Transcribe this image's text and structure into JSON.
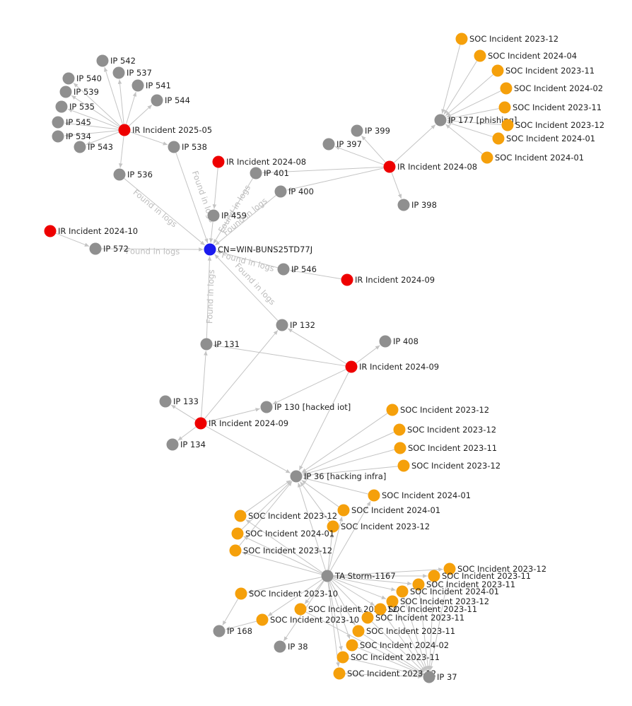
{
  "graph": {
    "colors": {
      "ir": "#ee0000",
      "soc": "#f5a00b",
      "ip": "#8f8f8f",
      "host": "#1a1aee",
      "edge": "#c4c4c4",
      "edge_label": "#bdbdbd"
    },
    "nodes": [
      {
        "id": "host",
        "label": "CN=WIN-BUNS25TD77J",
        "kind": "host"
      },
      {
        "id": "ir2025_05",
        "label": "IR Incident 2025-05",
        "kind": "ir"
      },
      {
        "id": "ip542",
        "label": "IP 542",
        "kind": "ip"
      },
      {
        "id": "ip537",
        "label": "IP 537",
        "kind": "ip"
      },
      {
        "id": "ip540",
        "label": "IP 540",
        "kind": "ip"
      },
      {
        "id": "ip541",
        "label": "IP 541",
        "kind": "ip"
      },
      {
        "id": "ip539",
        "label": "IP 539",
        "kind": "ip"
      },
      {
        "id": "ip544",
        "label": "IP 544",
        "kind": "ip"
      },
      {
        "id": "ip535",
        "label": "IP 535",
        "kind": "ip"
      },
      {
        "id": "ip545",
        "label": "IP 545",
        "kind": "ip"
      },
      {
        "id": "ip534",
        "label": "IP 534",
        "kind": "ip"
      },
      {
        "id": "ip543",
        "label": "IP 543",
        "kind": "ip"
      },
      {
        "id": "ip538",
        "label": "IP 538",
        "kind": "ip"
      },
      {
        "id": "ip536",
        "label": "IP 536",
        "kind": "ip"
      },
      {
        "id": "ir2024_08a",
        "label": "IR Incident 2024-08",
        "kind": "ir"
      },
      {
        "id": "ip401",
        "label": "IP 401",
        "kind": "ip"
      },
      {
        "id": "ip400",
        "label": "IP 400",
        "kind": "ip"
      },
      {
        "id": "ip459",
        "label": "IP 459",
        "kind": "ip"
      },
      {
        "id": "ir2024_08b",
        "label": "IR Incident 2024-08",
        "kind": "ir"
      },
      {
        "id": "ip399",
        "label": "IP 399",
        "kind": "ip"
      },
      {
        "id": "ip397",
        "label": "IP 397",
        "kind": "ip"
      },
      {
        "id": "ip398",
        "label": "IP 398",
        "kind": "ip"
      },
      {
        "id": "ip177",
        "label": "IP 177 [phishing]",
        "kind": "ip"
      },
      {
        "id": "s1",
        "label": "SOC Incident 2023-12",
        "kind": "soc"
      },
      {
        "id": "s2",
        "label": "SOC Incident 2024-04",
        "kind": "soc"
      },
      {
        "id": "s3",
        "label": "SOC Incident 2023-11",
        "kind": "soc"
      },
      {
        "id": "s4",
        "label": "SOC Incident 2024-02",
        "kind": "soc"
      },
      {
        "id": "s5",
        "label": "SOC Incident 2023-11",
        "kind": "soc"
      },
      {
        "id": "s6",
        "label": "SOC Incident 2023-12",
        "kind": "soc"
      },
      {
        "id": "s7",
        "label": "SOC Incident 2024-01",
        "kind": "soc"
      },
      {
        "id": "s8",
        "label": "SOC Incident 2024-01",
        "kind": "soc"
      },
      {
        "id": "ir2024_10",
        "label": "IR Incident 2024-10",
        "kind": "ir"
      },
      {
        "id": "ip572",
        "label": "IP 572",
        "kind": "ip"
      },
      {
        "id": "ip546",
        "label": "IP 546",
        "kind": "ip"
      },
      {
        "id": "ir2024_09a",
        "label": "IR Incident 2024-09",
        "kind": "ir"
      },
      {
        "id": "ip132",
        "label": "IP 132",
        "kind": "ip"
      },
      {
        "id": "ip131",
        "label": "IP 131",
        "kind": "ip"
      },
      {
        "id": "ip408",
        "label": "IP 408",
        "kind": "ip"
      },
      {
        "id": "ir2024_09b",
        "label": "IR Incident 2024-09",
        "kind": "ir"
      },
      {
        "id": "ip133",
        "label": "IP 133",
        "kind": "ip"
      },
      {
        "id": "ip130",
        "label": "IP 130 [hacked iot]",
        "kind": "ip"
      },
      {
        "id": "ir2024_09c",
        "label": "IR Incident 2024-09",
        "kind": "ir"
      },
      {
        "id": "ip134",
        "label": "IP 134",
        "kind": "ip"
      },
      {
        "id": "ip36",
        "label": "IP 36 [hacking infra]",
        "kind": "ip"
      },
      {
        "id": "t1",
        "label": "SOC Incident 2023-12",
        "kind": "soc"
      },
      {
        "id": "t2",
        "label": "SOC Incident 2023-12",
        "kind": "soc"
      },
      {
        "id": "t3",
        "label": "SOC Incident 2023-11",
        "kind": "soc"
      },
      {
        "id": "t4",
        "label": "SOC Incident 2023-12",
        "kind": "soc"
      },
      {
        "id": "t5",
        "label": "SOC Incident 2024-01",
        "kind": "soc"
      },
      {
        "id": "t6",
        "label": "SOC Incident 2024-01",
        "kind": "soc"
      },
      {
        "id": "t7",
        "label": "SOC Incident 2023-12",
        "kind": "soc"
      },
      {
        "id": "t8",
        "label": "SOC Incident 2023-12",
        "kind": "soc"
      },
      {
        "id": "t9",
        "label": "SOC Incident 2024-01",
        "kind": "soc"
      },
      {
        "id": "t10",
        "label": "SOC Incident 2023-12",
        "kind": "soc"
      },
      {
        "id": "storm",
        "label": "TA Storm-1167",
        "kind": "ip"
      },
      {
        "id": "u1",
        "label": "SOC Incident 2023-10",
        "kind": "soc"
      },
      {
        "id": "u2",
        "label": "SOC Incident 2023-10",
        "kind": "soc"
      },
      {
        "id": "u3",
        "label": "SOC Incident 2023-12",
        "kind": "soc"
      },
      {
        "id": "ip168",
        "label": "IP 168",
        "kind": "ip"
      },
      {
        "id": "ip38",
        "label": "IP 38",
        "kind": "ip"
      },
      {
        "id": "v1",
        "label": "SOC Incident 2023-12",
        "kind": "soc"
      },
      {
        "id": "v2",
        "label": "SOC Incident 2023-11",
        "kind": "soc"
      },
      {
        "id": "v3",
        "label": "SOC Incident 2023-11",
        "kind": "soc"
      },
      {
        "id": "v4",
        "label": "SOC Incident 2024-01",
        "kind": "soc"
      },
      {
        "id": "v5",
        "label": "SOC Incident 2023-12",
        "kind": "soc"
      },
      {
        "id": "v6",
        "label": "SOC Incident 2023-11",
        "kind": "soc"
      },
      {
        "id": "v7",
        "label": "SOC Incident 2023-11",
        "kind": "soc"
      },
      {
        "id": "v8",
        "label": "SOC Incident 2023-11",
        "kind": "soc"
      },
      {
        "id": "v9",
        "label": "SOC Incident 2024-02",
        "kind": "soc"
      },
      {
        "id": "v10",
        "label": "SOC Incident 2023-11",
        "kind": "soc"
      },
      {
        "id": "v11",
        "label": "SOC Incident 2023-12",
        "kind": "soc"
      },
      {
        "id": "ip37",
        "label": "IP 37",
        "kind": "ip"
      }
    ],
    "edges": [
      {
        "from": "ir2025_05",
        "to": "ip542"
      },
      {
        "from": "ir2025_05",
        "to": "ip537"
      },
      {
        "from": "ir2025_05",
        "to": "ip540"
      },
      {
        "from": "ir2025_05",
        "to": "ip541"
      },
      {
        "from": "ir2025_05",
        "to": "ip539"
      },
      {
        "from": "ir2025_05",
        "to": "ip544"
      },
      {
        "from": "ir2025_05",
        "to": "ip535"
      },
      {
        "from": "ir2025_05",
        "to": "ip545"
      },
      {
        "from": "ir2025_05",
        "to": "ip534"
      },
      {
        "from": "ir2025_05",
        "to": "ip543"
      },
      {
        "from": "ir2025_05",
        "to": "ip538"
      },
      {
        "from": "ir2025_05",
        "to": "ip536"
      },
      {
        "from": "ip536",
        "to": "host",
        "label": "Found in logs"
      },
      {
        "from": "ip538",
        "to": "host",
        "label": "Found in logs"
      },
      {
        "from": "ir2024_08a",
        "to": "ip459"
      },
      {
        "from": "ip459",
        "to": "host"
      },
      {
        "from": "ip401",
        "to": "host",
        "label": "Found in logs"
      },
      {
        "from": "ip400",
        "to": "host",
        "label": "Found in logs"
      },
      {
        "from": "ir2024_08b",
        "to": "ip401"
      },
      {
        "from": "ir2024_08b",
        "to": "ip400"
      },
      {
        "from": "ir2024_08b",
        "to": "ip399"
      },
      {
        "from": "ir2024_08b",
        "to": "ip397"
      },
      {
        "from": "ir2024_08b",
        "to": "ip398"
      },
      {
        "from": "ir2024_08b",
        "to": "ip177"
      },
      {
        "from": "s1",
        "to": "ip177"
      },
      {
        "from": "s2",
        "to": "ip177"
      },
      {
        "from": "s3",
        "to": "ip177"
      },
      {
        "from": "s4",
        "to": "ip177"
      },
      {
        "from": "s5",
        "to": "ip177"
      },
      {
        "from": "s6",
        "to": "ip177"
      },
      {
        "from": "s7",
        "to": "ip177"
      },
      {
        "from": "s8",
        "to": "ip177"
      },
      {
        "from": "ir2024_10",
        "to": "ip572"
      },
      {
        "from": "ip572",
        "to": "host",
        "label": "Found in logs"
      },
      {
        "from": "ip546",
        "to": "host",
        "label": "Found in logs"
      },
      {
        "from": "ir2024_09a",
        "to": "ip546"
      },
      {
        "from": "ip132",
        "to": "host",
        "label": "Found in logs"
      },
      {
        "from": "ip131",
        "to": "host",
        "label": "Found in logs"
      },
      {
        "from": "ir2024_09b",
        "to": "ip132"
      },
      {
        "from": "ir2024_09b",
        "to": "ip131"
      },
      {
        "from": "ir2024_09b",
        "to": "ip408"
      },
      {
        "from": "ir2024_09b",
        "to": "ip130"
      },
      {
        "from": "ir2024_09b",
        "to": "ip36"
      },
      {
        "from": "ir2024_09c",
        "to": "ip131"
      },
      {
        "from": "ir2024_09c",
        "to": "ip132"
      },
      {
        "from": "ir2024_09c",
        "to": "ip133"
      },
      {
        "from": "ir2024_09c",
        "to": "ip134"
      },
      {
        "from": "ir2024_09c",
        "to": "ip130"
      },
      {
        "from": "ir2024_09c",
        "to": "ip36"
      },
      {
        "from": "t1",
        "to": "ip36"
      },
      {
        "from": "t2",
        "to": "ip36"
      },
      {
        "from": "t3",
        "to": "ip36"
      },
      {
        "from": "t4",
        "to": "ip36"
      },
      {
        "from": "t5",
        "to": "ip36"
      },
      {
        "from": "t6",
        "to": "ip36"
      },
      {
        "from": "t7",
        "to": "ip36"
      },
      {
        "from": "t8",
        "to": "ip36"
      },
      {
        "from": "t9",
        "to": "ip36"
      },
      {
        "from": "t10",
        "to": "ip36"
      },
      {
        "from": "storm",
        "to": "ip36"
      },
      {
        "from": "storm",
        "to": "t5"
      },
      {
        "from": "storm",
        "to": "t6"
      },
      {
        "from": "storm",
        "to": "t7"
      },
      {
        "from": "storm",
        "to": "t8"
      },
      {
        "from": "storm",
        "to": "t9"
      },
      {
        "from": "storm",
        "to": "t10"
      },
      {
        "from": "storm",
        "to": "u1"
      },
      {
        "from": "storm",
        "to": "u2"
      },
      {
        "from": "storm",
        "to": "u3"
      },
      {
        "from": "storm",
        "to": "ip38"
      },
      {
        "from": "u1",
        "to": "ip168"
      },
      {
        "from": "u2",
        "to": "ip168"
      },
      {
        "from": "storm",
        "to": "v1"
      },
      {
        "from": "storm",
        "to": "v2"
      },
      {
        "from": "storm",
        "to": "v3"
      },
      {
        "from": "storm",
        "to": "v4"
      },
      {
        "from": "storm",
        "to": "v5"
      },
      {
        "from": "storm",
        "to": "v6"
      },
      {
        "from": "storm",
        "to": "v7"
      },
      {
        "from": "storm",
        "to": "v8"
      },
      {
        "from": "storm",
        "to": "v9"
      },
      {
        "from": "storm",
        "to": "v10"
      },
      {
        "from": "storm",
        "to": "v11"
      },
      {
        "from": "v1",
        "to": "ip37"
      },
      {
        "from": "v2",
        "to": "ip37"
      },
      {
        "from": "v3",
        "to": "ip37"
      },
      {
        "from": "v4",
        "to": "ip37"
      },
      {
        "from": "v5",
        "to": "ip37"
      },
      {
        "from": "v6",
        "to": "ip37"
      },
      {
        "from": "v7",
        "to": "ip37"
      },
      {
        "from": "v8",
        "to": "ip37"
      },
      {
        "from": "v9",
        "to": "ip37"
      },
      {
        "from": "v10",
        "to": "ip37"
      },
      {
        "from": "v11",
        "to": "ip37"
      },
      {
        "from": "u3",
        "to": "ip37"
      }
    ]
  }
}
